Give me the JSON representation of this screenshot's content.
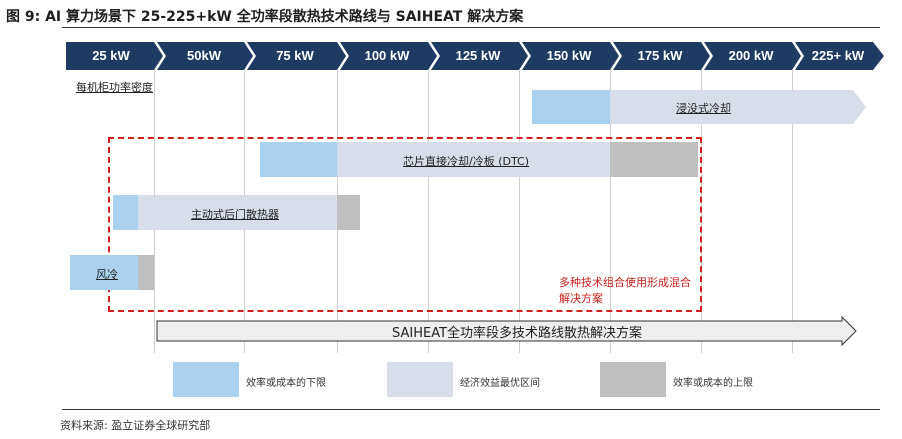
{
  "title": "图 9: AI 算力场景下 25-225+kW 全功率段散热技术路线与 SAIHEAT 解决方案",
  "header_cells": [
    "25 kW",
    "50kW",
    "75 kW",
    "100 kW",
    "125 kW",
    "150 kW",
    "175 kW",
    "200 kW",
    "225+ kW"
  ],
  "row_caption": "每机柜功率密度",
  "bars": {
    "immersion": "浸没式冷却",
    "dtc": "芯片直接冷却/冷板 (DTC)",
    "rear_door": "主动式后门散热器",
    "air": "风冷"
  },
  "mixed_note": "多种技术组合使用形成混合解决方案",
  "saiheat_label": "SAIHEAT全功率段多技术路线散热解决方案",
  "legend": {
    "lower": "效率或成本的下限",
    "optimal": "经济效益最优区间",
    "upper": "效率或成本的上限"
  },
  "source": "资料来源: 盈立证券全球研究部",
  "colors": {
    "header": "#1f3a63",
    "lower": "#aad2f0",
    "optimal": "#d7dee9",
    "upper": "#bfbfbf",
    "dashed_box": "#d0201d"
  }
}
